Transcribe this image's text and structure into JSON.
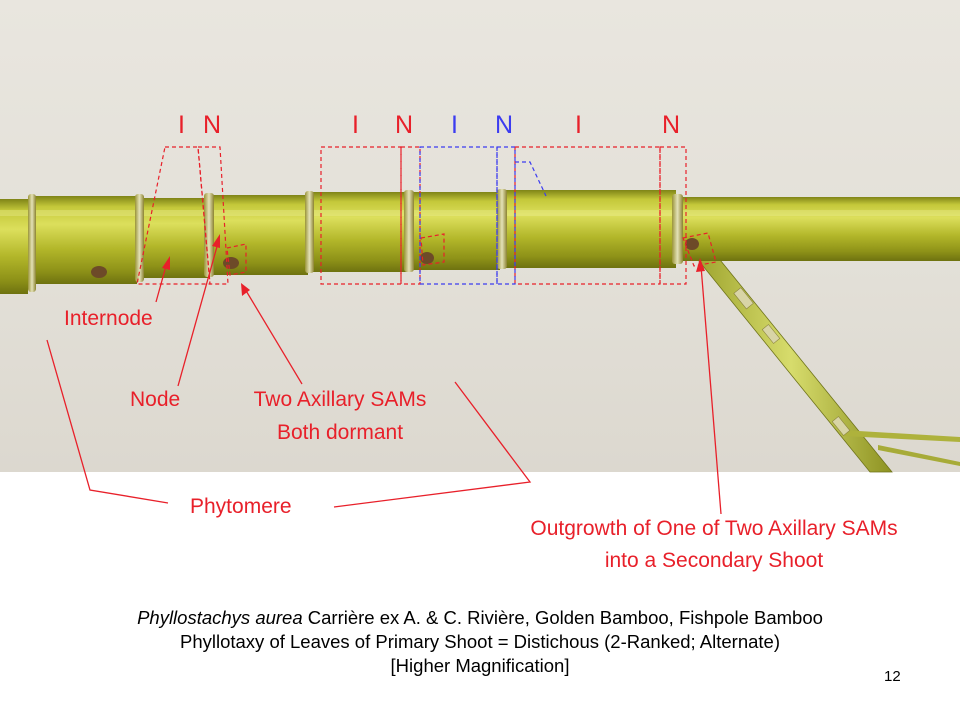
{
  "segment_letters": [
    {
      "text": "I",
      "color": "red"
    },
    {
      "text": "N",
      "color": "red"
    },
    {
      "text": "I",
      "color": "red"
    },
    {
      "text": "N",
      "color": "red"
    },
    {
      "text": "I",
      "color": "blue"
    },
    {
      "text": "N",
      "color": "blue"
    },
    {
      "text": "I",
      "color": "red"
    },
    {
      "text": "N",
      "color": "red"
    }
  ],
  "labels": {
    "internode": "Internode",
    "node": "Node",
    "axillary_line1": "Two Axillary SAMs",
    "axillary_line2": "Both dormant",
    "phytomere": "Phytomere",
    "outgrowth_line1": "Outgrowth of One of Two Axillary SAMs",
    "outgrowth_line2": "into a Secondary Shoot"
  },
  "caption": {
    "line1_species": "Phyllostachys aurea",
    "line1_rest": " Carrière ex A. & C. Rivière, Golden Bamboo, Fishpole Bamboo",
    "line2": "Phyllotaxy of Leaves of Primary Shoot = Distichous (2-Ranked; Alternate)",
    "line3": "[Higher Magnification]"
  },
  "slide_number": "12",
  "colors": {
    "annotation_red": "#e8202a",
    "annotation_blue": "#3c3cf0",
    "stem_green": "#b9bd2c",
    "background_gray": "#e5e2da"
  }
}
